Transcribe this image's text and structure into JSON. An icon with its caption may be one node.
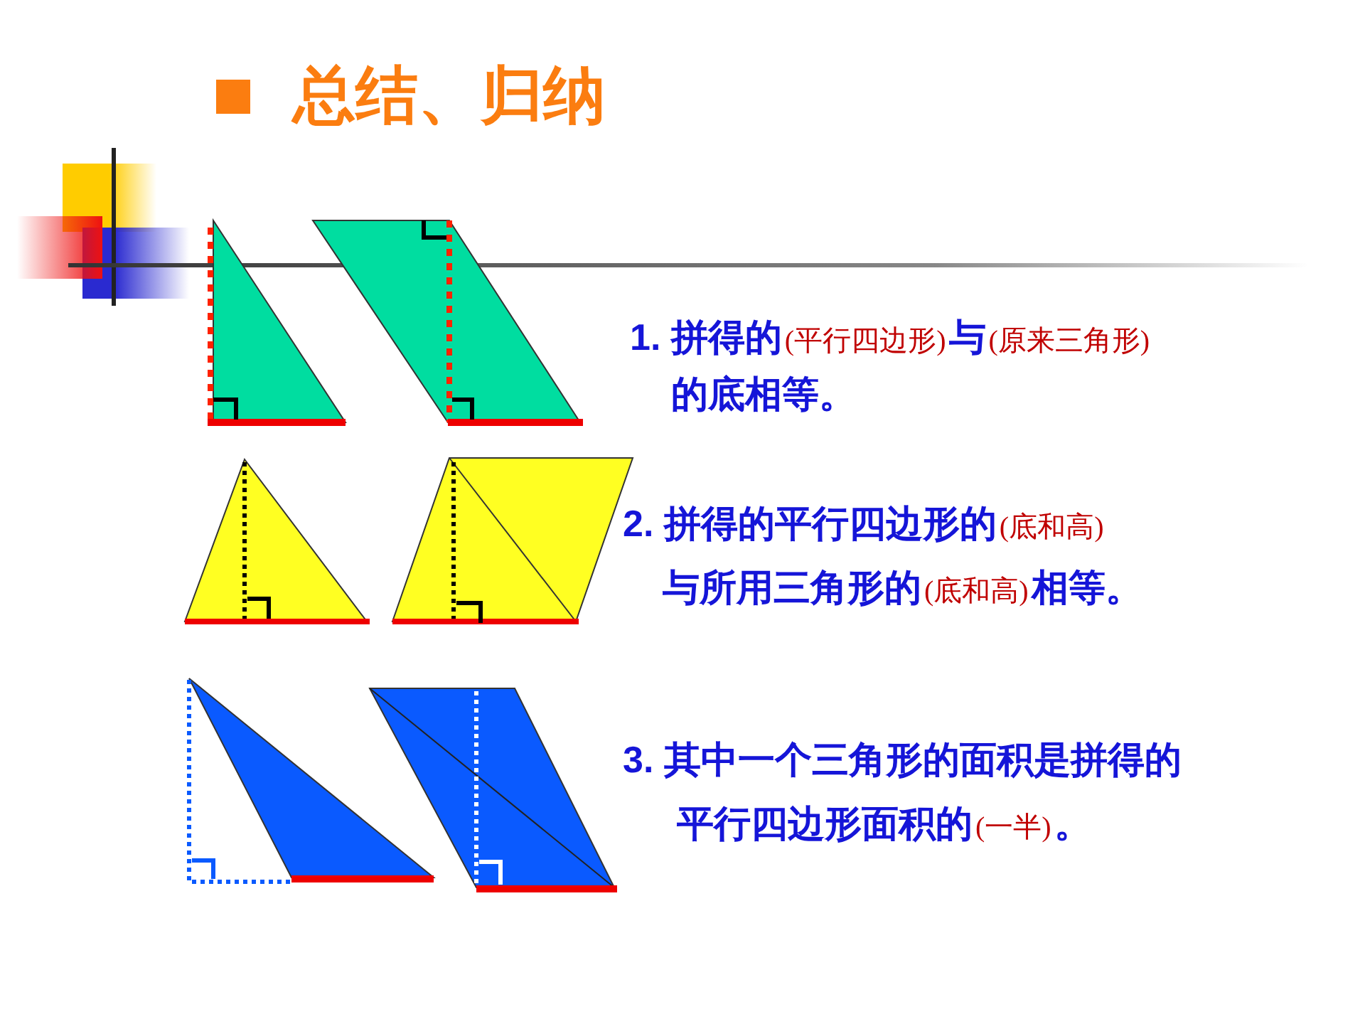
{
  "diagram": {
    "title": "总结、归纳",
    "labels": [
      "1. 拼得的",
      "(平行四边形)",
      "与",
      "(原来三角形)",
      "的底相等。",
      "2. 拼得的平行四边形的",
      "(底和高)",
      "与所用三角形的",
      "(底和高)",
      "相等。",
      "3. 其中一个三角形的面积是拼得的",
      "平行四边形面积的",
      "(一半)",
      "。"
    ]
  }
}
